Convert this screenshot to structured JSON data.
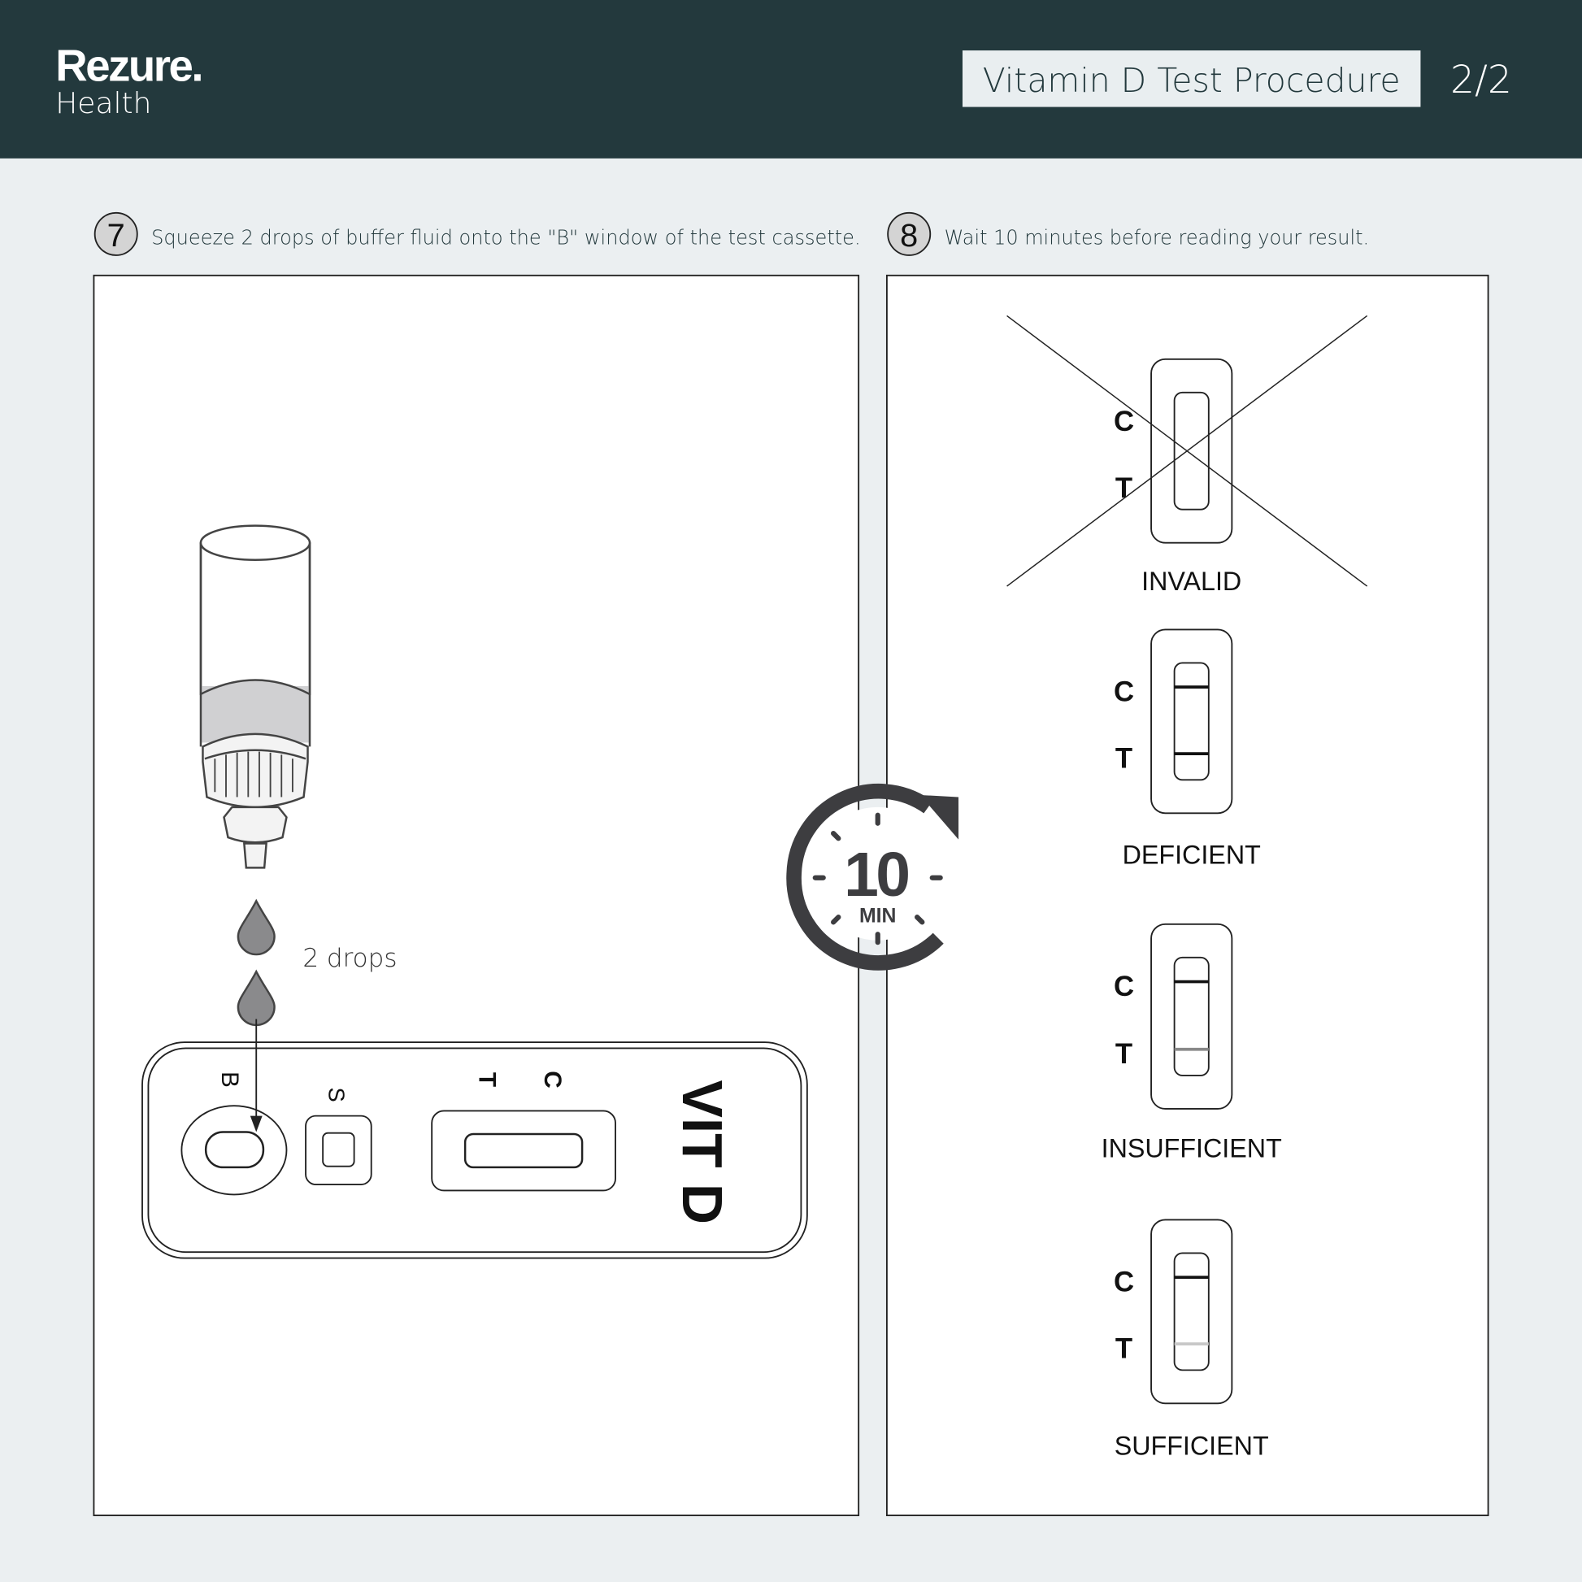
{
  "header": {
    "brand": "Rezure.",
    "brand_sub": "Health",
    "title": "Vitamin D Test Procedure",
    "page": "2/2",
    "colors": {
      "bg": "#23393d",
      "title_box": "#e9eef0"
    }
  },
  "steps": [
    {
      "number": "7",
      "text": "Squeeze 2 drops of buffer fluid onto the \"B\" window of the test cassette."
    },
    {
      "number": "8",
      "text": "Wait 10 minutes before reading your result."
    }
  ],
  "step7": {
    "drops_label": "2 drops",
    "cassette": {
      "well_b": "B",
      "well_s": "S",
      "line_t": "T",
      "line_c": "C",
      "name": "VIT D"
    }
  },
  "timer": {
    "value": "10",
    "unit": "MIN"
  },
  "results": [
    {
      "label": "INVALID",
      "c": "C",
      "t": "T"
    },
    {
      "label": "DEFICIENT",
      "c": "C",
      "t": "T"
    },
    {
      "label": "INSUFFICIENT",
      "c": "C",
      "t": "T"
    },
    {
      "label": "SUFFICIENT",
      "c": "C",
      "t": "T"
    }
  ]
}
